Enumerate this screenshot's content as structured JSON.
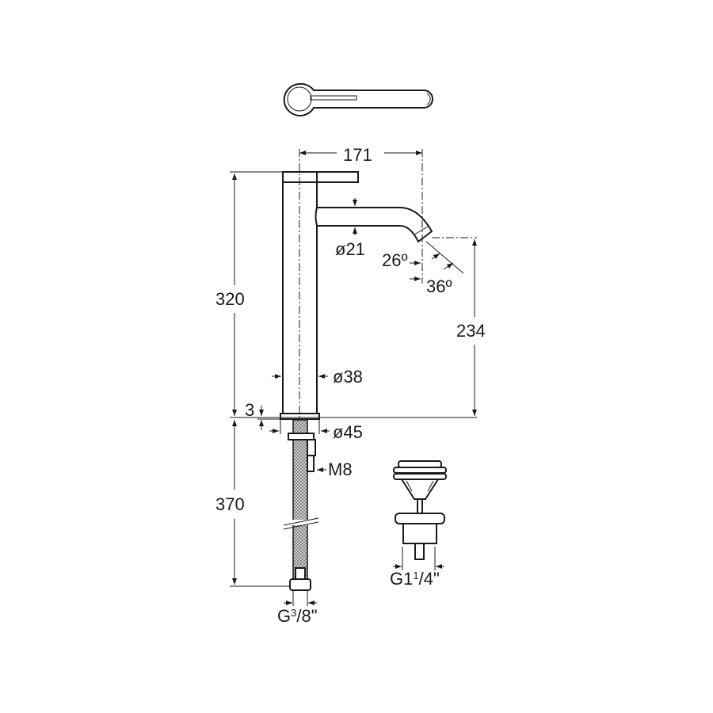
{
  "drawing": {
    "title": "Tall basin mixer technical drawing",
    "dimensions": {
      "spout_reach": "171",
      "spout_diameter": "ø21",
      "angle_1": "26º",
      "angle_2": "36º",
      "total_height": "320",
      "spout_height": "234",
      "body_diameter": "ø38",
      "base_height": "3",
      "base_diameter": "ø45",
      "stud_thread": "M8",
      "hose_length": "370",
      "hose_thread_main": "G",
      "hose_thread_num": "3",
      "hose_thread_den": "/8\"",
      "waste_thread_main": "G1",
      "waste_thread_num": "1",
      "waste_thread_den": "/4\""
    }
  }
}
